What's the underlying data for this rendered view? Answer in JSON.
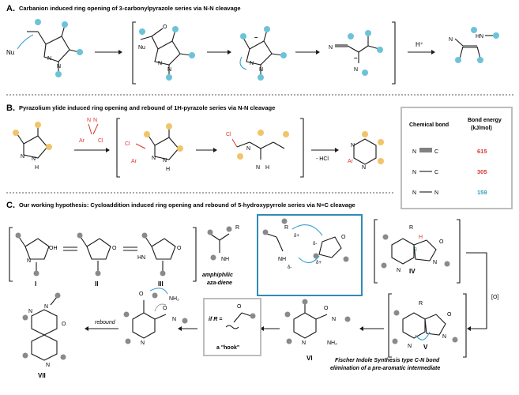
{
  "sectionA": {
    "letter": "A.",
    "title": "Carbanion induced ring opening of 3-carbonylpyrazole series via N-N cleavage",
    "labels": {
      "nu1": "Nu",
      "nu2": "Nu",
      "o_minus": "O",
      "h_plus": "H⁺",
      "n1": "N",
      "n2": "N",
      "n3": "N",
      "n4": "N",
      "n5": "N",
      "n6": "N",
      "n7": "N",
      "n8": "N",
      "n9": "N",
      "hn": "HN",
      "minus": "–"
    }
  },
  "sectionB": {
    "letter": "B.",
    "title": "Pyrazolium ylide induced ring opening and rebound of 1H-pyrazole series via N-N cleavage",
    "labels": {
      "n_a": "N",
      "n_b": "N",
      "h_a": "H",
      "ar1": "Ar",
      "cl1": "Cl",
      "ar2": "Ar",
      "cl2": "Cl",
      "n_c": "N",
      "n_d": "N",
      "h_b": "H",
      "cl3": "Cl",
      "n_e": "N",
      "n_f": "N",
      "h_c": "H",
      "hcl": "- HCl",
      "ar3": "Ar",
      "n_g": "N",
      "n_h": "N",
      "nn1": "N",
      "nn2": "N"
    }
  },
  "bondTable": {
    "col1": "Chemical bond",
    "col2a": "Bond energy",
    "col2b": "(kJ/mol)",
    "rows": [
      {
        "bond_left": "N",
        "bond_right": "C",
        "energy": "615",
        "color": "#d93a2e"
      },
      {
        "bond_left": "N",
        "bond_right": "C",
        "energy": "305",
        "color": "#d93a2e"
      },
      {
        "bond_left": "N",
        "bond_right": "N",
        "energy": "159",
        "color": "#2f9fbe"
      }
    ]
  },
  "sectionC": {
    "letter": "C.",
    "title": "Our working hypothesis: Cycloaddition induced ring opening and rebound of 5-hydroxypyrrole series via N=C cleavage",
    "roman": {
      "I": "I",
      "II": "II",
      "III": "III",
      "IV": "IV",
      "V": "V",
      "VI": "VI",
      "VII": "VII"
    },
    "labels": {
      "oh": "OH",
      "o1": "O",
      "o2": "O",
      "hn": "HN",
      "nh": "NH",
      "r1": "R",
      "amph1": "amphiphilic",
      "amph2": "aza-diene",
      "r2": "R",
      "nh2": "NH",
      "o3": "O",
      "delta1": "δ+",
      "delta2": "δ-",
      "delta3": "δ+",
      "delta4": "δ-",
      "n_ts": "N",
      "h_iv": "H",
      "three": "3",
      "r_iv": "R",
      "o_iv": "O",
      "n_iv": "N",
      "n_iv2": "N",
      "nh_iv": "N",
      "h_iv2": "H",
      "ox": "[O]",
      "r_v": "R",
      "o_v": "O",
      "n_v": "N",
      "nh_v": "N",
      "h_v": "H",
      "n_v2": "N",
      "vi_o": "O",
      "vi_nh2": "NH₂",
      "vi_n": "N",
      "vi_n2": "N",
      "r_hook": "if R =",
      "o_hook": "O",
      "hook": "a \"hook\"",
      "nh2b": "NH₂",
      "n_b1": "N",
      "n_b2": "N",
      "o_b": "O",
      "o_b2": "O",
      "rebound": "rebound",
      "vii_o": "O",
      "vii_n": "N",
      "vii_n2": "N",
      "vii_n3": "N",
      "fischer1": "Fischer Indole Synthesis type C-N bond",
      "fischer2": "elimination of a pre-aromatic intermediate"
    }
  },
  "colors": {
    "accent_box": "#2f8bb8",
    "cyan": "#6cc3d9",
    "orange": "#f2c46a",
    "red": "#d93a2e"
  }
}
